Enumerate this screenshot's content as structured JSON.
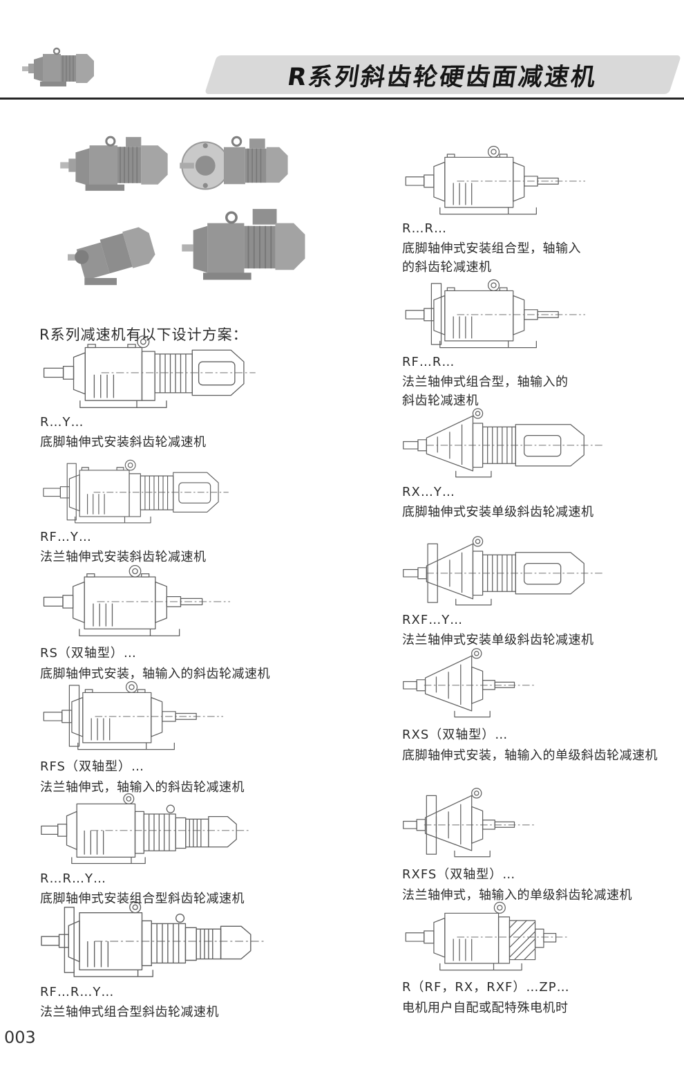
{
  "header": {
    "title": "R系列斜齿轮硬齿面减速机"
  },
  "intro": "R系列减速机有以下设计方案：",
  "page_number": "003",
  "photos": [
    {
      "name": "foot-mounted-gearmotor-photo"
    },
    {
      "name": "flange-mounted-gearmotor-photo"
    },
    {
      "name": "angled-gearmotor-photo"
    },
    {
      "name": "combined-gearmotor-photo"
    }
  ],
  "left_column": [
    {
      "code": "R…Y…",
      "desc": "底脚轴伸式安装斜齿轮减速机"
    },
    {
      "code": "RF…Y…",
      "desc": "法兰轴伸式安装斜齿轮减速机"
    },
    {
      "code": "RS（双轴型）…",
      "desc": "底脚轴伸式安装，轴输入的斜齿轮减速机"
    },
    {
      "code": "RFS（双轴型）…",
      "desc": "法兰轴伸式，轴输入的斜齿轮减速机"
    },
    {
      "code": "R…R…Y…",
      "desc": "底脚轴伸式安装组合型斜齿轮减速机"
    },
    {
      "code": "RF…R…Y…",
      "desc": "法兰轴伸式组合型斜齿轮减速机"
    }
  ],
  "right_column": [
    {
      "code": "R…R…",
      "desc": "底脚轴伸式安装组合型，轴输入\n的斜齿轮减速机"
    },
    {
      "code": "RF…R…",
      "desc": "法兰轴伸式组合型，轴输入的\n斜齿轮减速机"
    },
    {
      "code": "RX…Y…",
      "desc": "底脚轴伸式安装单级斜齿轮减速机"
    },
    {
      "code": "RXF…Y…",
      "desc": "法兰轴伸式安装单级斜齿轮减速机"
    },
    {
      "code": "RXS（双轴型）…",
      "desc": "底脚轴伸式安装，轴输入的单级斜齿轮减速机"
    },
    {
      "code": "RXFS（双轴型）…",
      "desc": "法兰轴伸式，轴输入的单级斜齿轮减速机"
    },
    {
      "code": "R（RF，RX，RXF）…ZP…",
      "desc": "电机用户自配或配特殊电机时"
    }
  ],
  "colors": {
    "banner_bg": "#d9d9d9",
    "banner_text": "#151515",
    "divider": "#262626",
    "line_art": "#5f5f5f"
  }
}
